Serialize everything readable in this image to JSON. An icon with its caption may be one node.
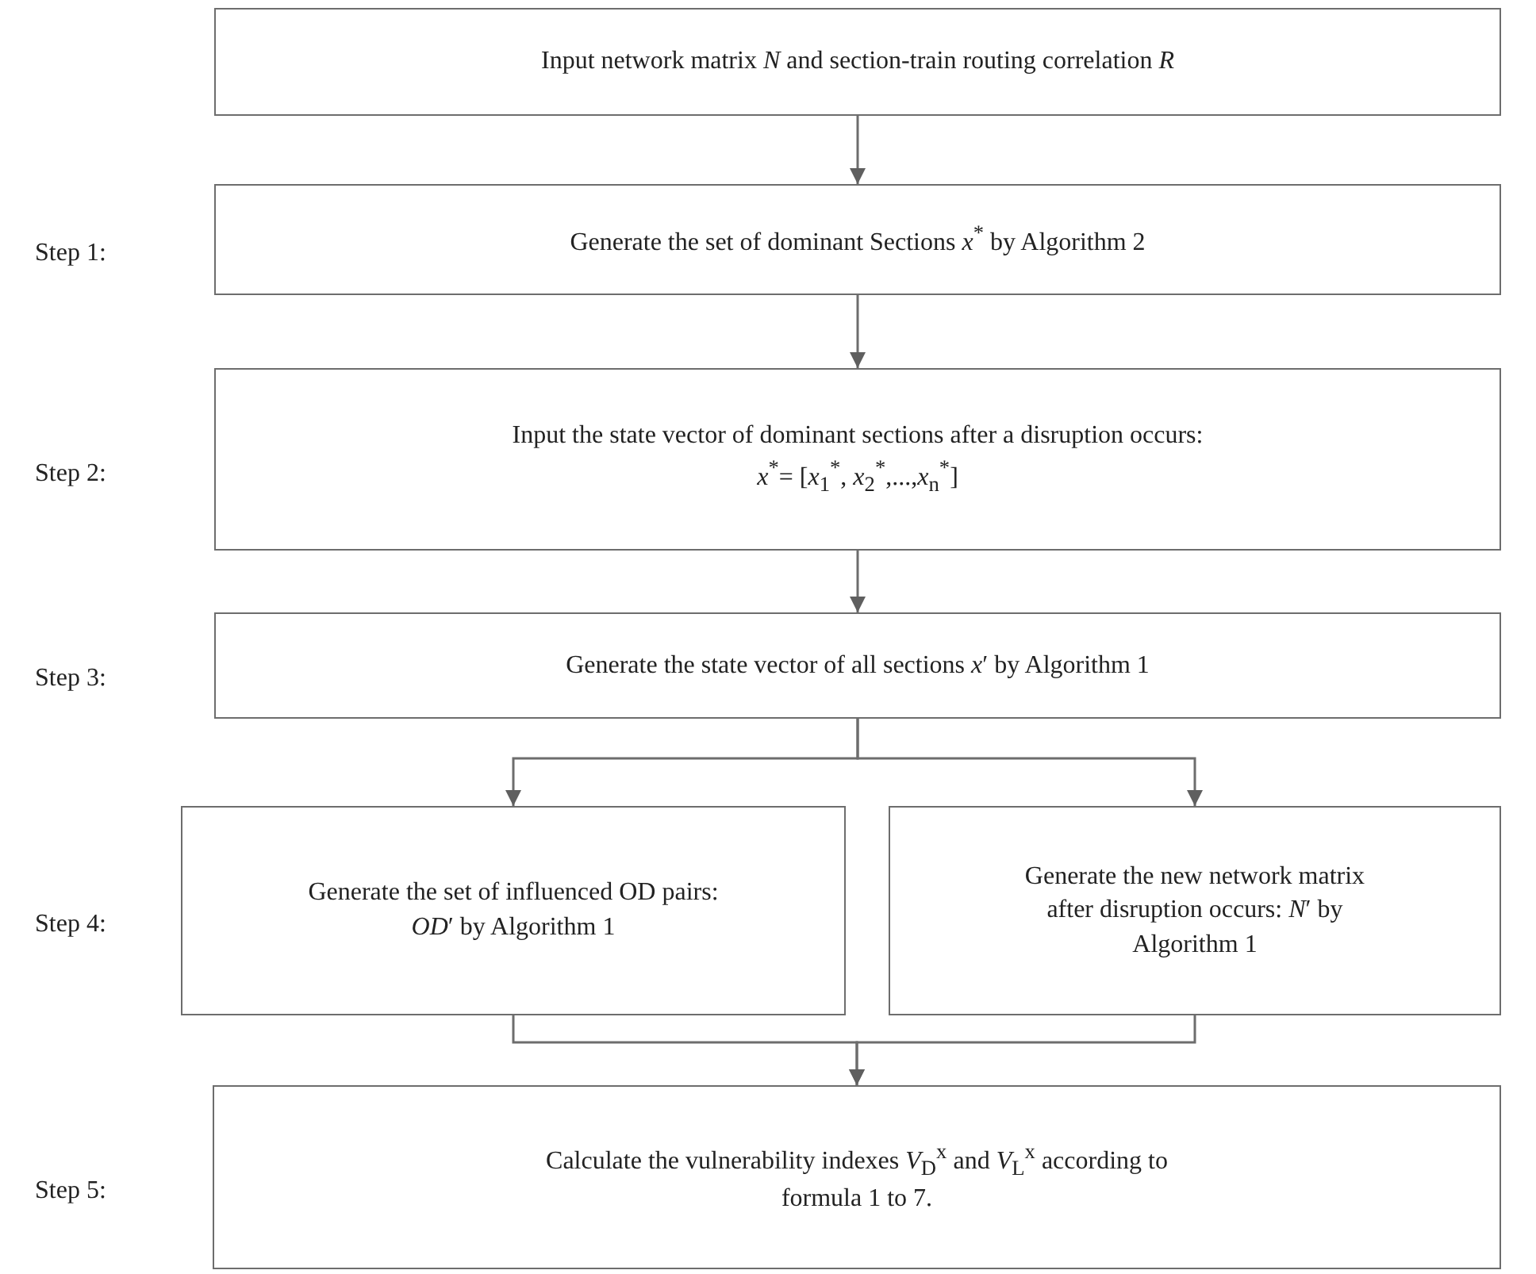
{
  "diagram": {
    "nodes": [
      {
        "text": [
          "Input network matrix *N* and section-train routing correlation *R*"
        ]
      },
      {
        "text": [
          "Generate the set of dominant Sections *x*$^{*}$ by Algorithm 2"
        ]
      },
      {
        "text": [
          "Input the state vector of dominant sections after a disruption occurs:",
          "*x*$^{*}$= [*x*$_{1}$$^{*}$, *x*$_{2}$$^{*}$,...,*x*$_{n}$$^{*}$]"
        ]
      },
      {
        "text": [
          "Generate the state vector of all sections *x*′ by Algorithm 1"
        ]
      },
      {
        "text": [
          "Generate the set of influenced OD pairs: *OD*′ by Algorithm 1"
        ]
      },
      {
        "text": [
          "Generate the new network matrix after disruption occurs: *N*′ by Algorithm 1"
        ]
      },
      {
        "text": [
          "Calculate the vulnerability indexes *V*$_{D}$$^{x}$ and *V*$_{L}$$^{x}$ according to formula 1 to 7."
        ]
      }
    ],
    "labels": [
      "Step 1:",
      "Step 2:",
      "Step 3:",
      "Step 4:",
      "Step 5:"
    ],
    "edges": [
      {
        "from": 0,
        "to": 1,
        "arrow": "to"
      },
      {
        "from": 1,
        "to": 2,
        "arrow": "to"
      },
      {
        "from": 2,
        "to": 3,
        "arrow": "to"
      },
      {
        "from": 3,
        "to": 4,
        "arrow": "to"
      },
      {
        "from": 3,
        "to": 5,
        "arrow": "to"
      },
      {
        "from": 4,
        "to": 6,
        "arrow": "to"
      },
      {
        "from": 5,
        "to": 6,
        "arrow": "to"
      }
    ]
  }
}
